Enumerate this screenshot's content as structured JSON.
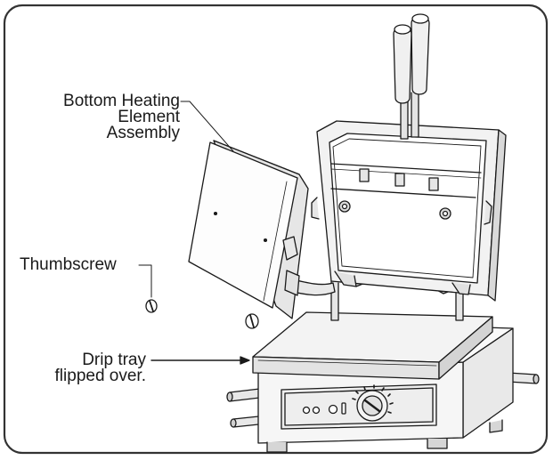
{
  "labels": {
    "bottom_heating_line1": "Bottom Heating",
    "bottom_heating_line2": "Element",
    "bottom_heating_line3": "Assembly",
    "thumbscrew": "Thumbscrew",
    "drip_tray_line1": "Drip tray",
    "drip_tray_line2": "flipped over."
  },
  "colors": {
    "line": "#1a1a1a",
    "metal_light": "#f2f2f2",
    "metal_mid": "#d9d9d9",
    "metal_dark": "#9a9a9a",
    "frame": "#333333"
  }
}
